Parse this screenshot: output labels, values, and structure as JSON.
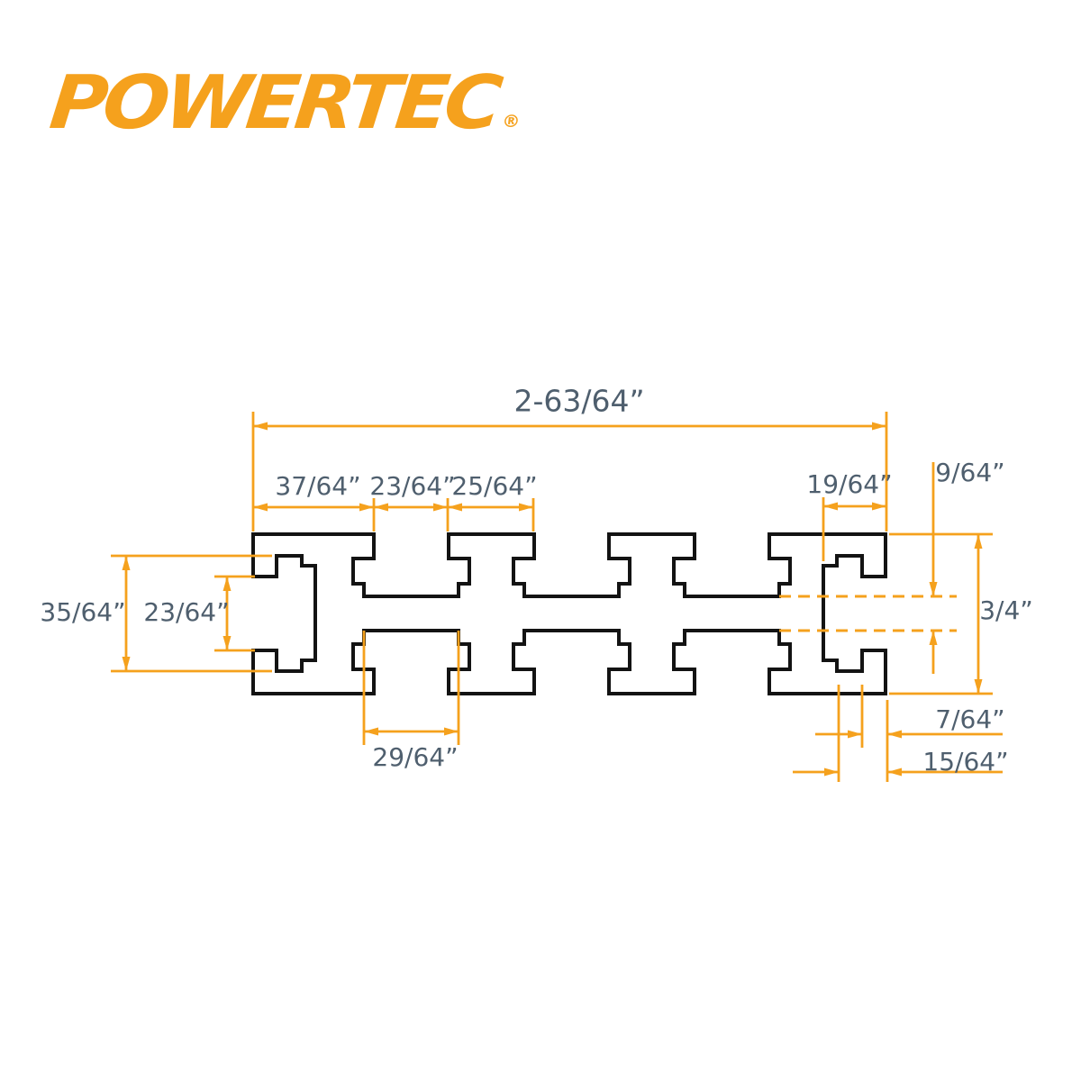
{
  "brand": {
    "logo_text": "POWERTEC",
    "registered_mark": "®"
  },
  "colors": {
    "accent_orange": "#F5A11D",
    "dimension_text": "#4F5F6E",
    "outline_black": "#131313",
    "background": "#FFFFFF"
  },
  "diagram": {
    "type": "technical-drawing",
    "subject": "Multi T-track aluminum extrusion profile cross-section with dimension callouts",
    "dimensions": {
      "overall_width": "2-63/64”",
      "first_top_section": "37/64”",
      "top_slot_opening": "23/64”",
      "top_cap_width": "25/64”",
      "right_channel_depth": "19/64”",
      "web_thickness": "9/64”",
      "overall_height": "3/4”",
      "right_lip_inset": "7/64”",
      "right_step_inset": "15/64”",
      "bottom_slot_pocket_width": "29/64”",
      "left_pocket_height": "35/64”",
      "left_opening_height": "23/64”"
    }
  }
}
